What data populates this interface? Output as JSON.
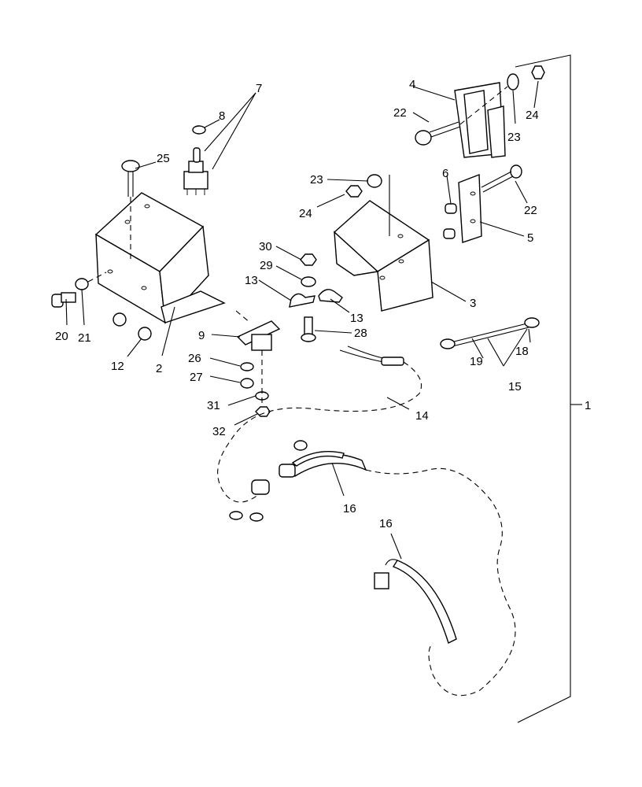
{
  "callouts": {
    "c1": "1",
    "c2": "2",
    "c3": "3",
    "c4": "4",
    "c5": "5",
    "c6": "6",
    "c7": "7",
    "c8": "8",
    "c9": "9",
    "c12": "12",
    "c13a": "13",
    "c13b": "13",
    "c14": "14",
    "c15": "15",
    "c16a": "16",
    "c16b": "16",
    "c18": "18",
    "c19": "19",
    "c20": "20",
    "c21": "21",
    "c22a": "22",
    "c22b": "22",
    "c23a": "23",
    "c23b": "23",
    "c24a": "24",
    "c24b": "24",
    "c25": "25",
    "c26": "26",
    "c27": "27",
    "c28": "28",
    "c29": "29",
    "c30": "30",
    "c31": "31",
    "c32": "32"
  }
}
